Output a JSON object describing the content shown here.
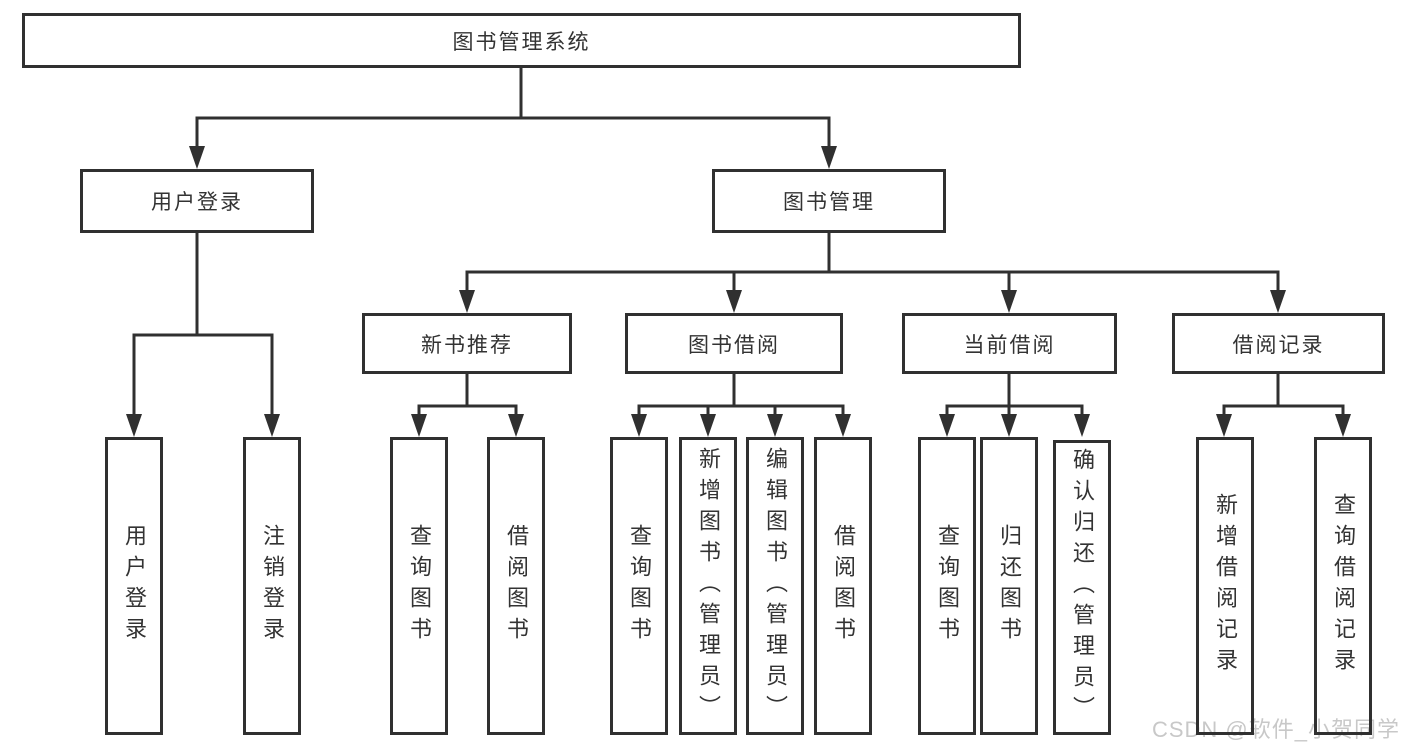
{
  "diagram": {
    "root": {
      "label": "图书管理系统"
    },
    "branches": [
      {
        "label": "用户登录",
        "children": [
          {
            "label": "用户登录"
          },
          {
            "label": "注销登录"
          }
        ]
      },
      {
        "label": "图书管理",
        "children": [
          {
            "label": "新书推荐",
            "children": [
              {
                "label": "查询图书"
              },
              {
                "label": "借阅图书"
              }
            ]
          },
          {
            "label": "图书借阅",
            "children": [
              {
                "label": "查询图书"
              },
              {
                "label": "新增图书（管理员）"
              },
              {
                "label": "编辑图书（管理员）"
              },
              {
                "label": "借阅图书"
              }
            ]
          },
          {
            "label": "当前借阅",
            "children": [
              {
                "label": "查询图书"
              },
              {
                "label": "归还图书"
              },
              {
                "label": "确认归还（管理员）"
              }
            ]
          },
          {
            "label": "借阅记录",
            "children": [
              {
                "label": "新增借阅记录"
              },
              {
                "label": "查询借阅记录"
              }
            ]
          }
        ]
      }
    ]
  },
  "watermark": {
    "text": "CSDN @软件_小贺同学"
  },
  "colors": {
    "line": "#303030",
    "border": "#303030",
    "text": "#333333",
    "watermark": "#c8c8c8",
    "background": "#ffffff"
  }
}
